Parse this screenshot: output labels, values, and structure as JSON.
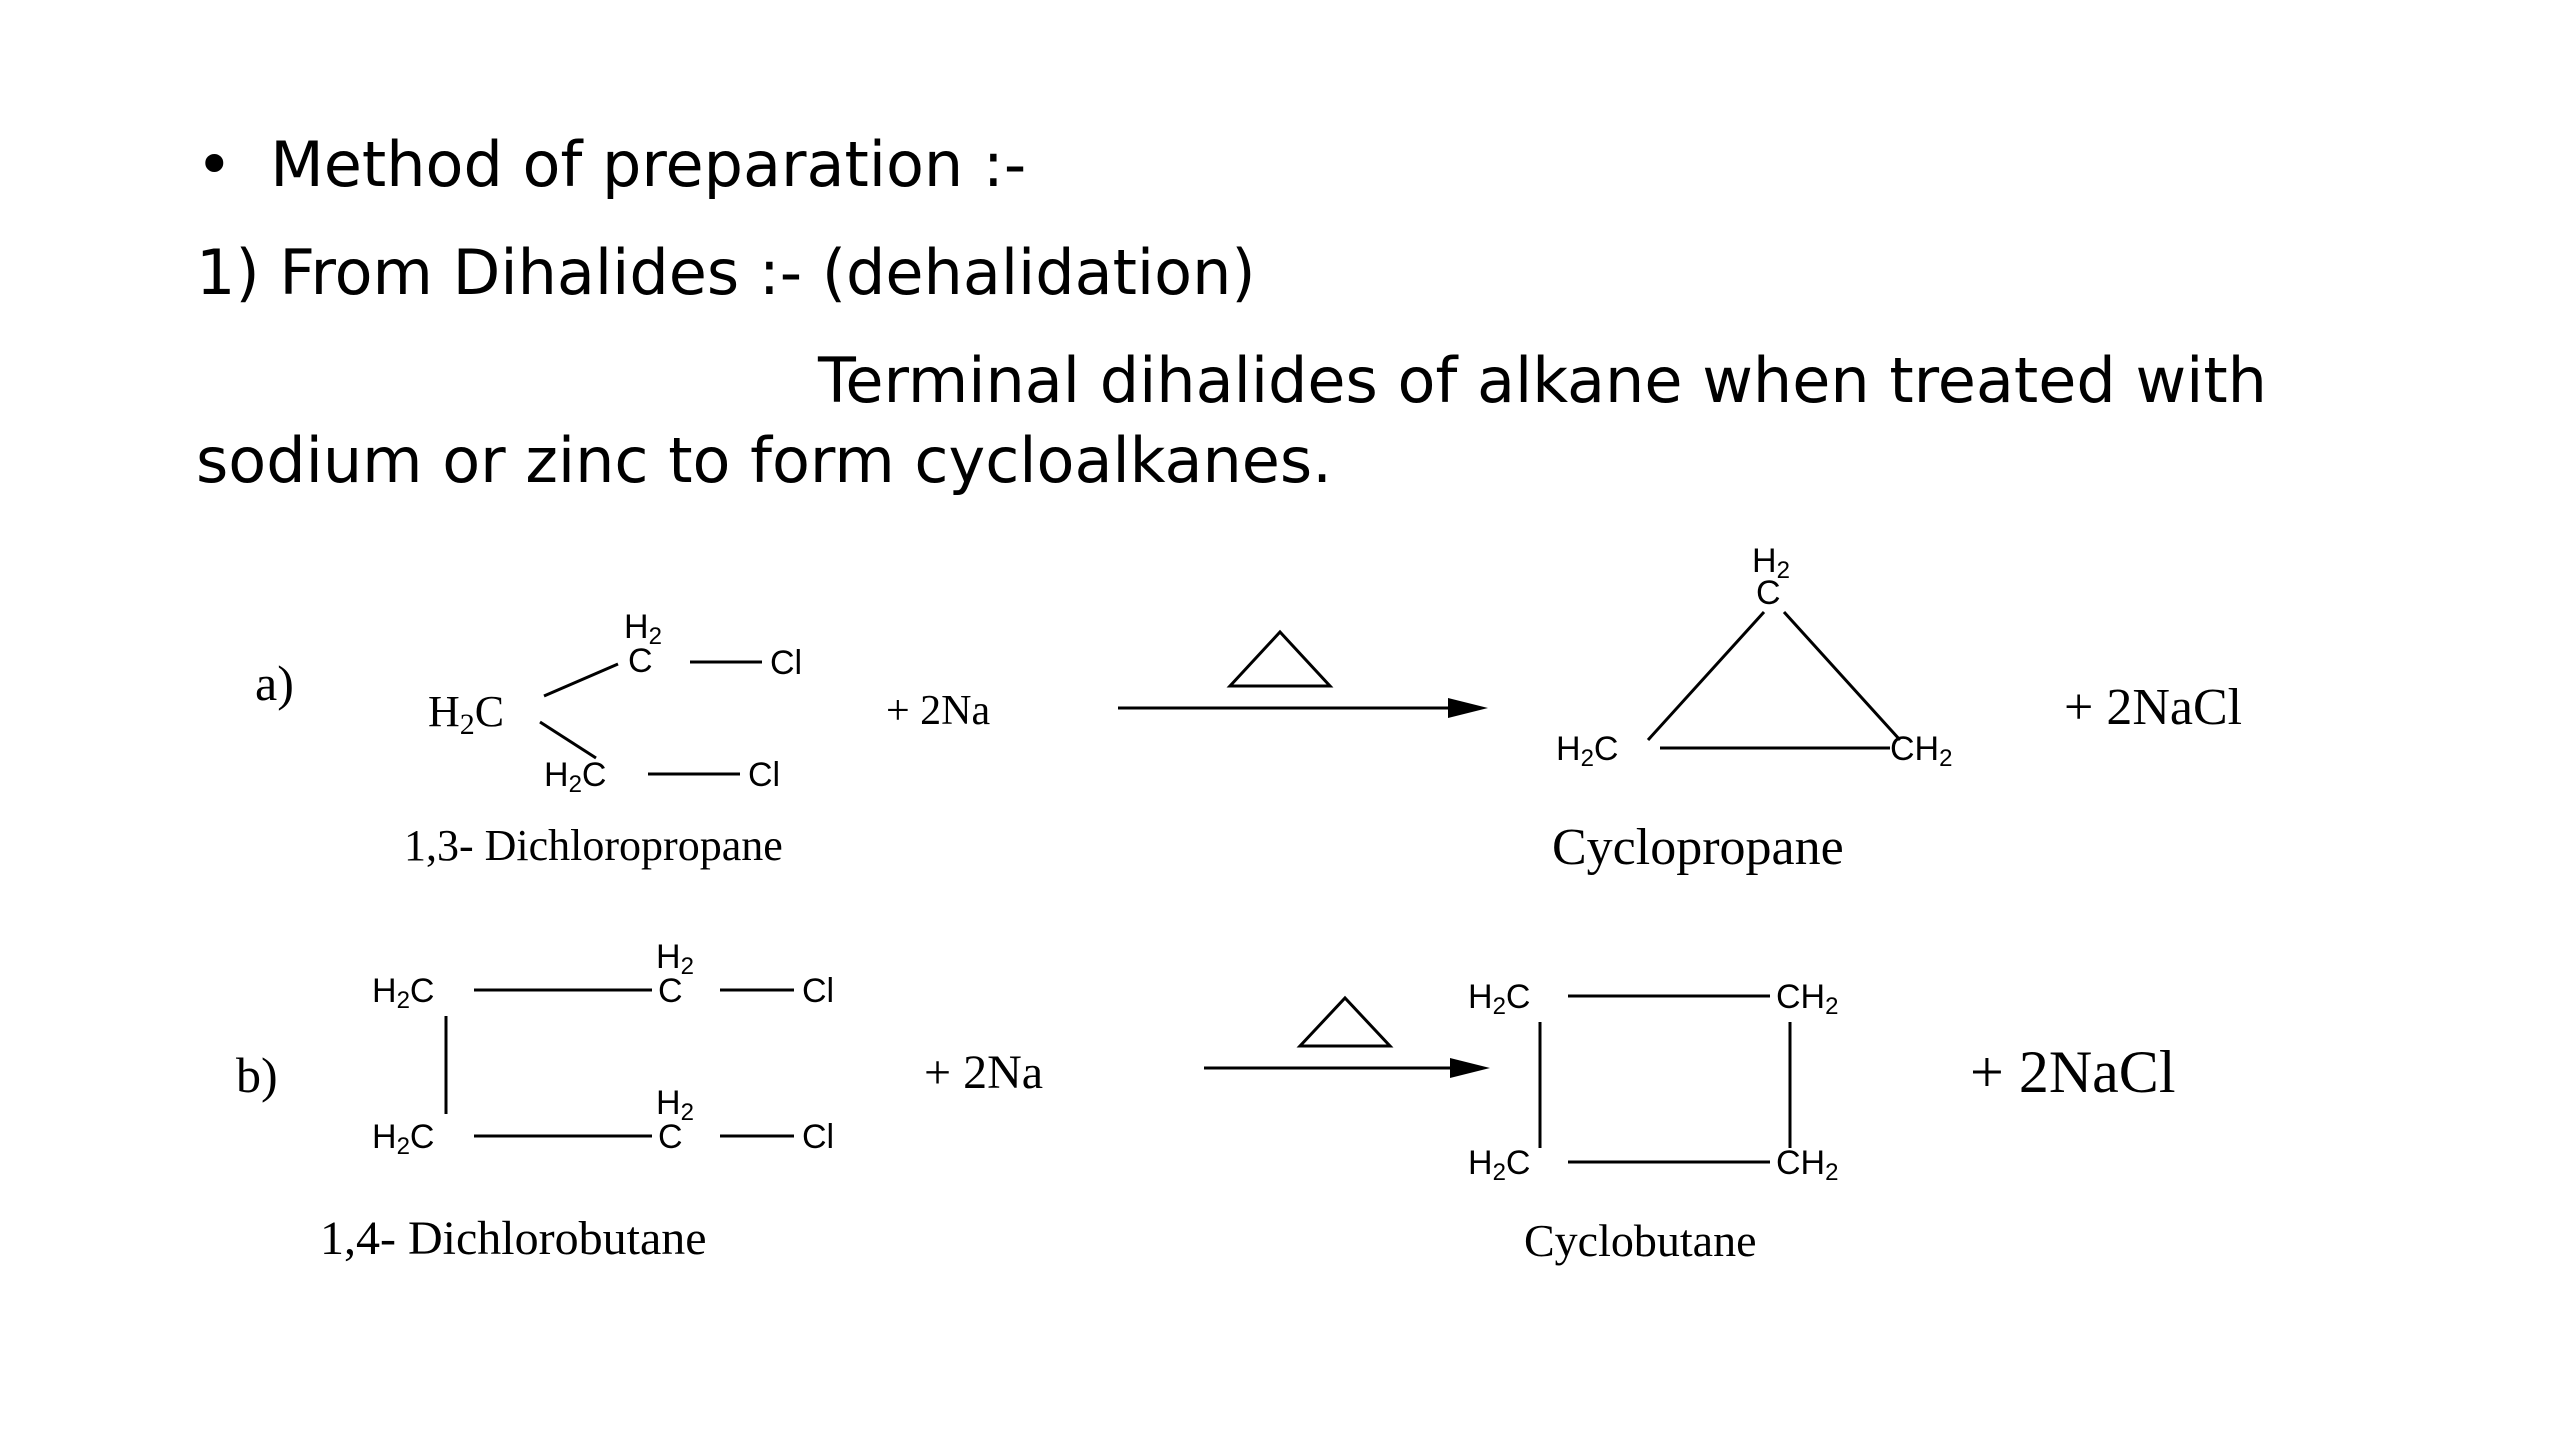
{
  "slide": {
    "bullet_char": "•",
    "heading": "Method of preparation :-",
    "subheading": "1) From Dihalides :- (dehalidation)",
    "para_line1": "Terminal dihalides of alkane when treated with",
    "para_line2": "sodium or zinc to form cycloalkanes."
  },
  "reaction_a": {
    "label": "a)",
    "reactant_name": "1,3- Dichloropropane",
    "reagent": "+ 2Na",
    "product_name": "Cyclopropane",
    "byproduct": "+ 2NaCl",
    "condition_symbol": "Δ"
  },
  "reaction_b": {
    "label": "b)",
    "reactant_name": "1,4- Dichlorobutane",
    "reagent": "+ 2Na",
    "product_name": "Cyclobutane",
    "byproduct": "+ 2NaCl",
    "condition_symbol": "Δ"
  }
}
